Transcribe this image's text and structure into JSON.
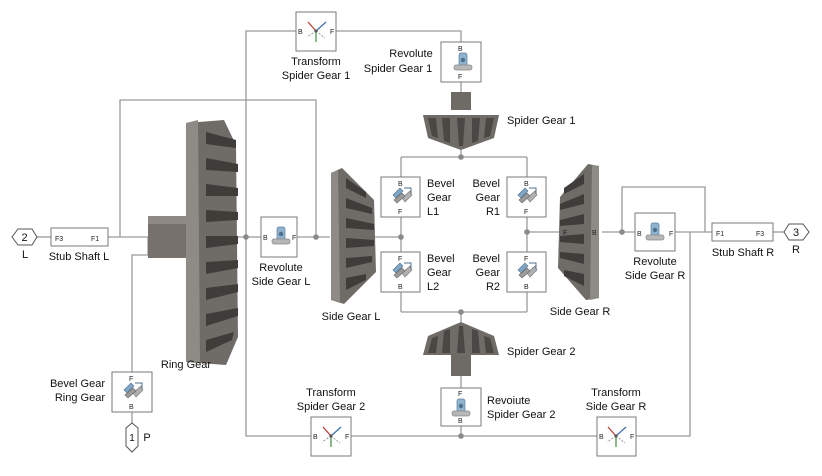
{
  "diagram": {
    "connection_ports": {
      "left": {
        "number": "2",
        "label": "L"
      },
      "right": {
        "number": "3",
        "label": "R"
      },
      "bottom": {
        "number": "1",
        "label": "P"
      }
    },
    "stub_shafts": {
      "left": {
        "label": "Stub Shaft L",
        "port_a": "F3",
        "port_b": "F1"
      },
      "right": {
        "label": "Stub Shaft R",
        "port_a": "F1",
        "port_b": "F3"
      }
    },
    "transforms": {
      "spider1": {
        "line1": "Transform",
        "line2": "Spider Gear 1",
        "port_b": "B",
        "port_f": "F"
      },
      "spider2": {
        "line1": "Transform",
        "line2": "Spider Gear 2",
        "port_b": "B",
        "port_f": "F"
      },
      "side_r": {
        "line1": "Transform",
        "line2": "Side Gear R",
        "port_b": "B",
        "port_f": "F"
      }
    },
    "revolutes": {
      "spider1": {
        "line1": "Revolute",
        "line2": "Spider Gear 1",
        "port_b": "B",
        "port_f": "F"
      },
      "spider2": {
        "line1": "Revoiute",
        "line2": "Spider Gear 2",
        "port_b": "B",
        "port_f": "F"
      },
      "side_l": {
        "line1": "Revolute",
        "line2": "Side Gear L",
        "port_b": "B",
        "port_f": "F"
      },
      "side_r": {
        "line1": "Revolute",
        "line2": "Side Gear R",
        "port_b": "B",
        "port_f": "F"
      }
    },
    "bevel_gears": {
      "l1": {
        "line1": "Bevel",
        "line2": "Gear",
        "line3": "L1",
        "port_b": "B",
        "port_f": "F"
      },
      "r1": {
        "line1": "Bevel",
        "line2": "Gear",
        "line3": "R1",
        "port_b": "B",
        "port_f": "F"
      },
      "l2": {
        "line1": "Bevel",
        "line2": "Gear",
        "line3": "L2",
        "port_b": "B",
        "port_f": "F"
      },
      "r2": {
        "line1": "Bevel",
        "line2": "Gear",
        "line3": "R2",
        "port_b": "B",
        "port_f": "F"
      },
      "ring": {
        "line1": "Bevel Gear",
        "line2": "Ring Gear",
        "port_b": "B",
        "port_f": "F"
      }
    },
    "solids": {
      "ring_gear": "Ring Gear",
      "spider_gear_1": "Spider Gear 1",
      "spider_gear_2": "Spider Gear 2",
      "side_gear_l": "Side Gear L",
      "side_gear_r": "Side Gear R",
      "port_b": "B",
      "port_f": "F"
    }
  }
}
